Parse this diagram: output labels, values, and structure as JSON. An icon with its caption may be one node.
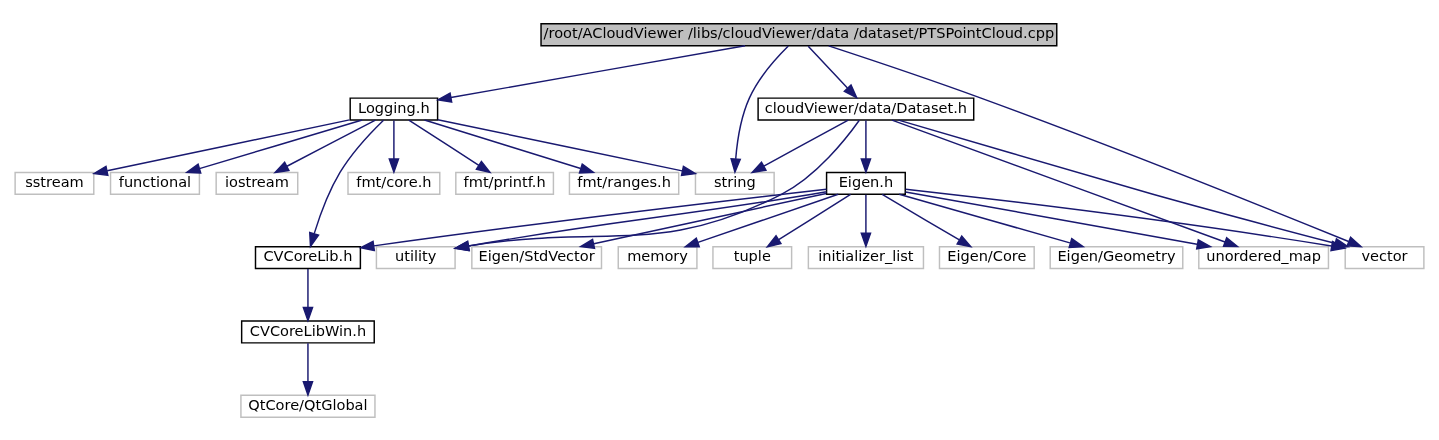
{
  "diagram": {
    "nodes": [
      {
        "text": [
          "/root/ACloudViewer /libs/cloudViewer/data /dataset/PTSPointCloud.cpp"
        ]
      },
      {
        "text": [
          "Logging.h"
        ]
      },
      {
        "text": [
          "cloudViewer/data/Dataset.h"
        ]
      },
      {
        "text": [
          "sstream"
        ]
      },
      {
        "text": [
          "functional"
        ]
      },
      {
        "text": [
          "iostream"
        ]
      },
      {
        "text": [
          "CVCoreLib.h"
        ]
      },
      {
        "text": [
          "fmt/core.h"
        ]
      },
      {
        "text": [
          "fmt/printf.h"
        ]
      },
      {
        "text": [
          "fmt/ranges.h"
        ]
      },
      {
        "text": [
          "string"
        ]
      },
      {
        "text": [
          "Eigen.h"
        ]
      },
      {
        "text": [
          "utility"
        ]
      },
      {
        "text": [
          "Eigen/StdVector"
        ]
      },
      {
        "text": [
          "memory"
        ]
      },
      {
        "text": [
          "tuple"
        ]
      },
      {
        "text": [
          "initializer_list"
        ]
      },
      {
        "text": [
          "Eigen/Core"
        ]
      },
      {
        "text": [
          "Eigen/Geometry"
        ]
      },
      {
        "text": [
          "unordered_map"
        ]
      },
      {
        "text": [
          "vector"
        ]
      },
      {
        "text": [
          "CVCoreLibWin.h"
        ]
      },
      {
        "text": [
          "QtCore/QtGlobal"
        ]
      }
    ],
    "edges": [
      {
        "from": 0,
        "to": 1,
        "arrow": "to"
      },
      {
        "from": 0,
        "to": 10,
        "arrow": "to"
      },
      {
        "from": 0,
        "to": 2,
        "arrow": "to"
      },
      {
        "from": 0,
        "to": 20,
        "arrow": "to"
      },
      {
        "from": 1,
        "to": 3,
        "arrow": "to"
      },
      {
        "from": 1,
        "to": 4,
        "arrow": "to"
      },
      {
        "from": 1,
        "to": 5,
        "arrow": "to"
      },
      {
        "from": 1,
        "to": 6,
        "arrow": "to"
      },
      {
        "from": 1,
        "to": 7,
        "arrow": "to"
      },
      {
        "from": 1,
        "to": 8,
        "arrow": "to"
      },
      {
        "from": 1,
        "to": 9,
        "arrow": "to"
      },
      {
        "from": 1,
        "to": 10,
        "arrow": "to"
      },
      {
        "from": 2,
        "to": 10,
        "arrow": "to"
      },
      {
        "from": 2,
        "to": 12,
        "arrow": "to"
      },
      {
        "from": 2,
        "to": 11,
        "arrow": "to"
      },
      {
        "from": 2,
        "to": 19,
        "arrow": "to"
      },
      {
        "from": 2,
        "to": 20,
        "arrow": "to"
      },
      {
        "from": 11,
        "to": 6,
        "arrow": "to"
      },
      {
        "from": 11,
        "to": 12,
        "arrow": "to"
      },
      {
        "from": 11,
        "to": 13,
        "arrow": "to"
      },
      {
        "from": 11,
        "to": 14,
        "arrow": "to"
      },
      {
        "from": 11,
        "to": 15,
        "arrow": "to"
      },
      {
        "from": 11,
        "to": 16,
        "arrow": "to"
      },
      {
        "from": 11,
        "to": 17,
        "arrow": "to"
      },
      {
        "from": 11,
        "to": 18,
        "arrow": "to"
      },
      {
        "from": 11,
        "to": 19,
        "arrow": "to"
      },
      {
        "from": 11,
        "to": 20,
        "arrow": "to"
      },
      {
        "from": 6,
        "to": 21,
        "arrow": "to"
      },
      {
        "from": 21,
        "to": 22,
        "arrow": "to"
      }
    ]
  }
}
